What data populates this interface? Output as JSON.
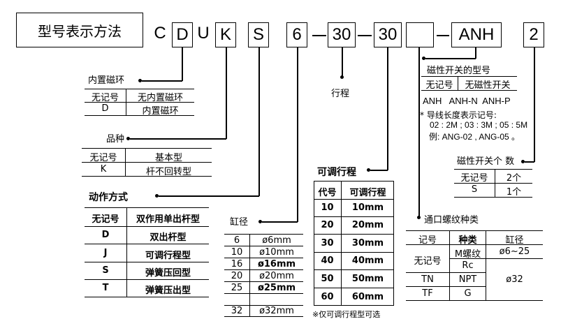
{
  "title": "型号表示方法",
  "model_code": {
    "c": "C",
    "d": "D",
    "u": "U",
    "k": "K",
    "s": "S",
    "bore": "6",
    "dash1": "—",
    "stroke1": "30",
    "dash2": "—",
    "stroke2": "30",
    "thread": "",
    "dash3": "—",
    "switch": "ANH",
    "switch_count": "2"
  },
  "built_in_magnet": {
    "label": "内置磁环",
    "rows": [
      {
        "code": "无记号",
        "desc": "无内置磁环"
      },
      {
        "code": "D",
        "desc": "内置磁环"
      }
    ]
  },
  "variety": {
    "label": "品种",
    "rows": [
      {
        "code": "无记号",
        "desc": "基本型"
      },
      {
        "code": "K",
        "desc": "杆不回转型"
      }
    ]
  },
  "action": {
    "label": "动作方式",
    "rows": [
      {
        "code": "无记号",
        "desc": "双作用单出杆型"
      },
      {
        "code": "D",
        "desc": "双出杆型"
      },
      {
        "code": "J",
        "desc": "可调行程型"
      },
      {
        "code": "S",
        "desc": "弹簧压回型"
      },
      {
        "code": "T",
        "desc": "弹簧压出型"
      }
    ]
  },
  "bore": {
    "label": "缸径",
    "rows": [
      {
        "code": "6",
        "desc": "ø6mm"
      },
      {
        "code": "10",
        "desc": "ø10mm"
      },
      {
        "code": "16",
        "desc": "ø16mm"
      },
      {
        "code": "20",
        "desc": "ø20mm"
      },
      {
        "code": "25",
        "desc": "ø25mm"
      },
      {
        "code": "32",
        "desc": "ø32mm"
      }
    ]
  },
  "stroke": {
    "label": "行程"
  },
  "adjustable_stroke": {
    "label": "可调行程",
    "header": {
      "code": "代号",
      "desc": "可调行程"
    },
    "rows": [
      {
        "code": "10",
        "desc": "10mm"
      },
      {
        "code": "20",
        "desc": "20mm"
      },
      {
        "code": "30",
        "desc": "30mm"
      },
      {
        "code": "40",
        "desc": "40mm"
      },
      {
        "code": "50",
        "desc": "50mm"
      },
      {
        "code": "60",
        "desc": "60mm"
      }
    ],
    "note": "※仅可调行程型可选"
  },
  "switch_model": {
    "label": "磁性开关的型号",
    "row": {
      "code": "无记号",
      "desc": "无磁性开关"
    },
    "models": "ANH   ANH-N  ANH-P",
    "note1": "* 导线长度表示记号:",
    "note2": "02 : 2M ; 03 : 3M ; 05 : 5M",
    "note3": "例: ANG-02 , ANG-05 。"
  },
  "switch_count": {
    "label": "磁性开关个 数",
    "rows": [
      {
        "code": "无记号",
        "desc": "2个"
      },
      {
        "code": "S",
        "desc": "1个"
      }
    ]
  },
  "port_thread": {
    "label": "通口螺纹种类",
    "header": {
      "code": "记号",
      "type": "种类",
      "bore": "缸径"
    },
    "code_blank": "无记号",
    "type_m": "M螺纹",
    "bore_m": "ø6~25",
    "type_rc": "Rc",
    "code_tn": "TN",
    "type_npt": "NPT",
    "bore_32": "ø32",
    "code_tf": "TF",
    "type_g": "G"
  }
}
